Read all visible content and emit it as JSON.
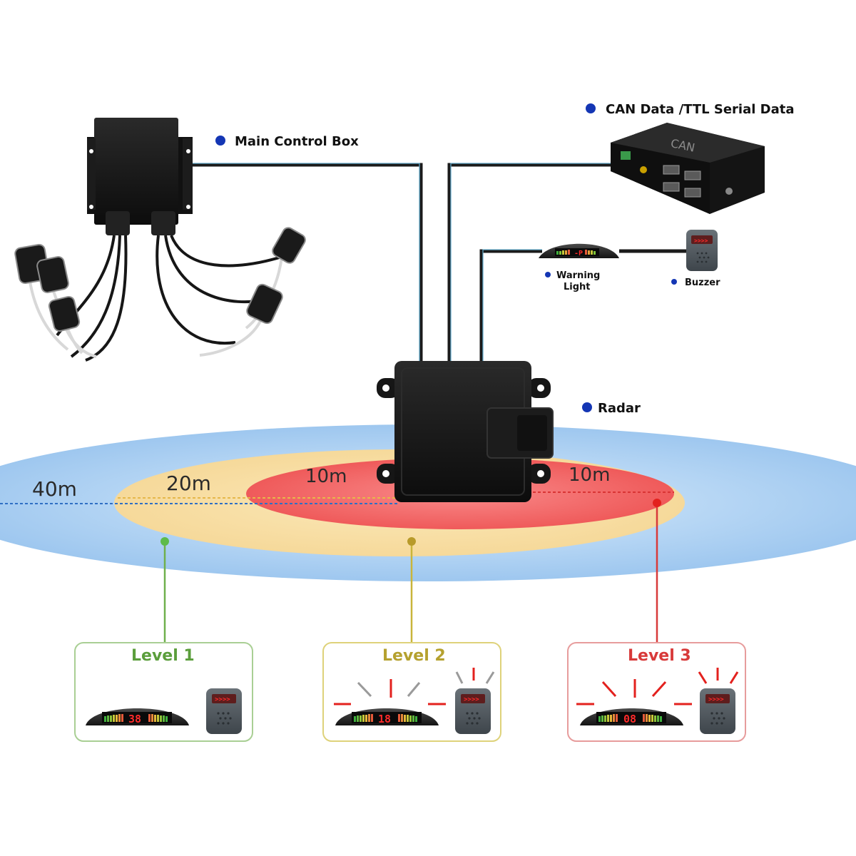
{
  "components": {
    "main_control_box": "Main Control Box",
    "can_data": "CAN Data /TTL Serial Data",
    "can_box_text": "CAN",
    "warning_light_line1": "Warning",
    "warning_light_line2": "Light",
    "warning_light_display": "-P",
    "buzzer": "Buzzer",
    "radar": "Radar"
  },
  "zones": {
    "far": "40m",
    "mid": "20m",
    "near_left": "10m",
    "near_right": "10m"
  },
  "levels": [
    {
      "title": "Level 1",
      "display": "38",
      "color": "#5b9e3c",
      "border": "#a9cf94"
    },
    {
      "title": "Level 2",
      "display": "18",
      "color": "#b5a12f",
      "border": "#ded27a"
    },
    {
      "title": "Level 3",
      "display": "08",
      "color": "#d83a3a",
      "border": "#e79c9c"
    }
  ],
  "colors": {
    "zone_far": "#a9cdf0",
    "zone_mid": "#f7e0a6",
    "zone_near": "#f36a6a",
    "bullet": "#1436b4"
  }
}
